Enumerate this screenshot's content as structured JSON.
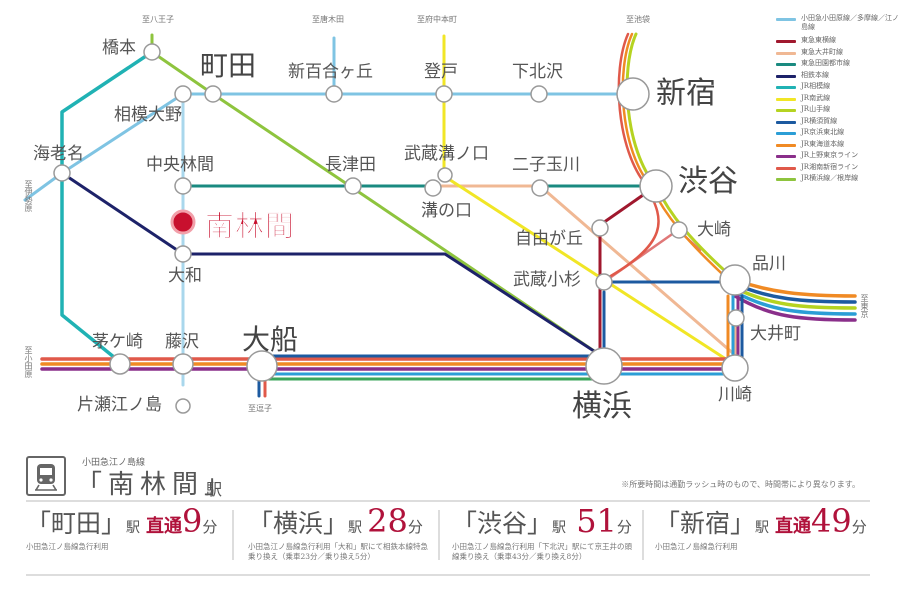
{
  "map": {
    "home_station": "南林間",
    "stations": {
      "hashimoto": "橋本",
      "machida": "町田",
      "shinyurigaoka": "新百合ヶ丘",
      "noborito": "登戸",
      "shimokitazawa": "下北沢",
      "shinjuku": "新宿",
      "sagamiono": "相模大野",
      "ebina": "海老名",
      "chuorinkan": "中央林間",
      "nagatsuta": "長津田",
      "musashimizonokuchi": "武蔵溝ノ口",
      "mizonokuchi": "溝の口",
      "futakotamagawa": "二子玉川",
      "shibuya": "渋谷",
      "jiyugaoka": "自由が丘",
      "osaki": "大崎",
      "yamato": "大和",
      "musashikosugi": "武蔵小杉",
      "shinagawa": "品川",
      "oimachi": "大井町",
      "chigasaki": "茅ケ崎",
      "fujisawa": "藤沢",
      "ofuna": "大船",
      "yokohama": "横浜",
      "kawasaki": "川崎",
      "katasehenoshima": "片瀬江ノ島"
    },
    "destinations": {
      "hachioji": "至八王子",
      "karakida": "至唐木田",
      "fuchuhonmachi": "至府中本町",
      "ikebukuro": "至池袋",
      "isehara": "至伊勢原",
      "odawara": "至小田原",
      "zushi": "至逗子",
      "tokyo": "至東京"
    }
  },
  "legend": [
    {
      "label": "小田急小田原線／多摩線／江ノ島線",
      "color": "#7fc4e3"
    },
    {
      "label": "東急東横線",
      "color": "#a0182e"
    },
    {
      "label": "東急大井町線",
      "color": "#f0b894"
    },
    {
      "label": "東急田園都市線",
      "color": "#1a8a80"
    },
    {
      "label": "相鉄本線",
      "color": "#1d2269"
    },
    {
      "label": "JR相模線",
      "color": "#20b2b4"
    },
    {
      "label": "JR南武線",
      "color": "#f1e626"
    },
    {
      "label": "JR山手線",
      "color": "#b5d321"
    },
    {
      "label": "JR横須賀線",
      "color": "#1c5aa0"
    },
    {
      "label": "JR京浜東北線",
      "color": "#2b9ed6"
    },
    {
      "label": "JR東海道本線",
      "color": "#f08a24"
    },
    {
      "label": "JR上野東京ライン",
      "color": "#8a2f8a"
    },
    {
      "label": "JR湘南新宿ライン",
      "color": "#e0594a"
    },
    {
      "label": "JR横浜線／根岸線",
      "color": "#8ec43e"
    }
  ],
  "info": {
    "line_name": "小田急江ノ島線",
    "station_title": "「南林間」",
    "station_suffix": "駅",
    "note": "※所要時間は通勤ラッシュ時のもので、時間帯により異なります。",
    "routes": [
      {
        "dest": "「町田」",
        "eki": "駅",
        "direct": "直通",
        "minutes": "9",
        "fun": "分",
        "sub": "小田急江ノ島線急行利用"
      },
      {
        "dest": "「横浜」",
        "eki": "駅",
        "direct": "",
        "minutes": "28",
        "fun": "分",
        "sub": "小田急江ノ島線急行利用「大和」駅にて相鉄本線特急乗り換え（乗車23分／乗り換え5分）"
      },
      {
        "dest": "「渋谷」",
        "eki": "駅",
        "direct": "",
        "minutes": "51",
        "fun": "分",
        "sub": "小田急江ノ島線急行利用「下北沢」駅にて京王井の頭線乗り換え（乗車43分／乗り換え8分）"
      },
      {
        "dest": "「新宿」",
        "eki": "駅",
        "direct": "直通",
        "minutes": "49",
        "fun": "分",
        "sub": "小田急江ノ島線急行利用"
      }
    ]
  }
}
